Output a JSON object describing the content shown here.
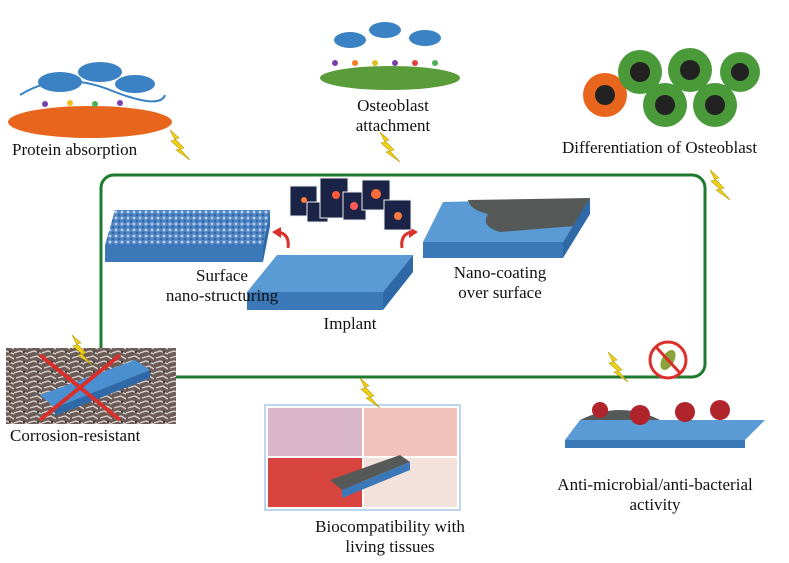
{
  "center": {
    "surface_structuring": [
      "Surface",
      "nano-structuring"
    ],
    "implant": "Implant",
    "nano_coating": [
      "Nano-coating",
      "over surface"
    ]
  },
  "properties": {
    "protein": "Protein absorption",
    "osteoblast_attachment": [
      "Osteoblast",
      "attachment"
    ],
    "differentiation": "Differentiation of Osteoblast",
    "corrosion": "Corrosion-resistant",
    "biocompatibility": [
      "Biocompatibility with",
      "living tissues"
    ],
    "antimicrobial": [
      "Anti-microbial/anti-bacterial",
      "activity"
    ]
  },
  "colors": {
    "frame": "#1e7a2e",
    "slab_top": "#5b9bd5",
    "slab_side": "#3a78b8",
    "coating": "#555a58",
    "bolt": "#f2d214",
    "arrow": "#d9302b"
  }
}
